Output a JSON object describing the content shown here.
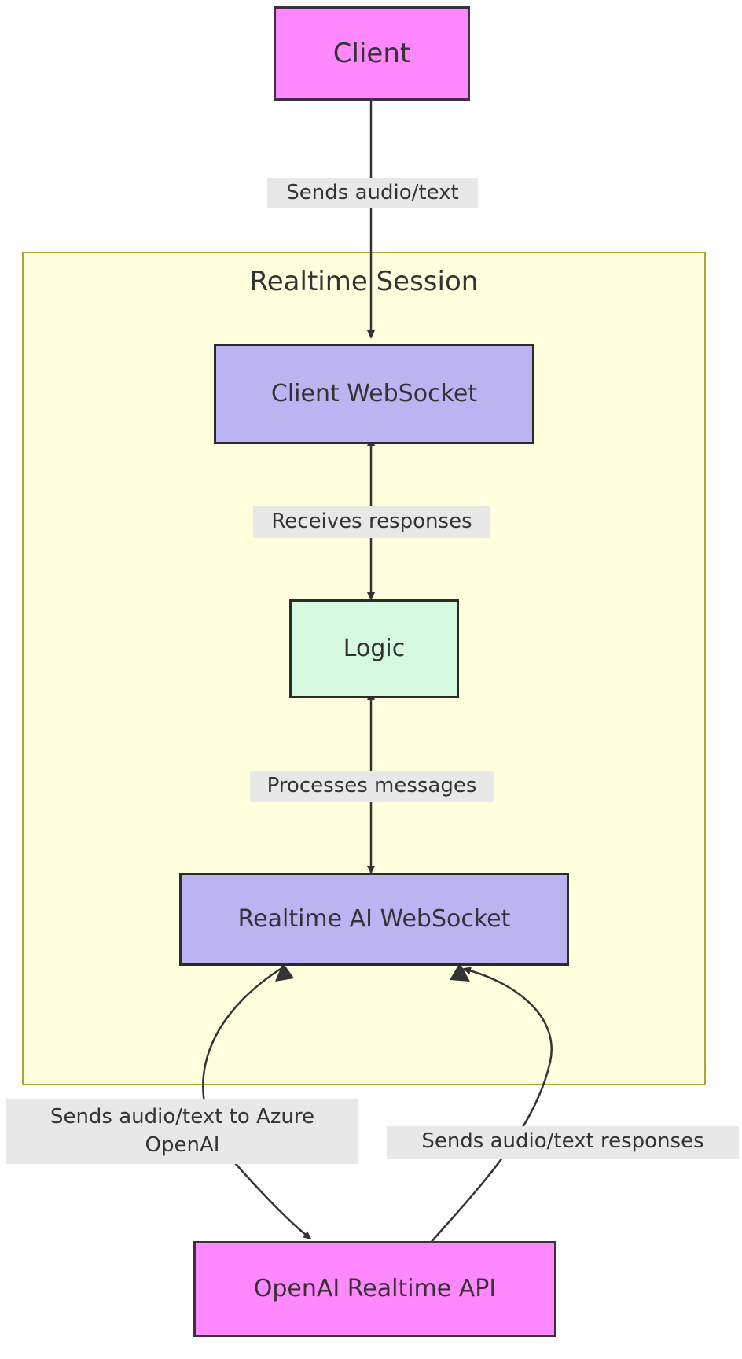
{
  "diagram": {
    "type": "flowchart",
    "title": "",
    "background": "#ffffff",
    "colors": {
      "client_fill": "#ff88ff",
      "websocket_fill": "#bbb3f2",
      "logic_fill": "#d6fadf",
      "cluster_fill": "#ffffde",
      "cluster_border": "#aaaa33",
      "node_border": "#333333",
      "edge_stroke": "#333333",
      "edge_label_bg": "#e8e8e8",
      "text": "#333333"
    },
    "cluster": {
      "label": "Realtime Session"
    },
    "nodes": [
      {
        "id": "client",
        "label": "Client",
        "shape": "rect",
        "fill": "#ff88ff"
      },
      {
        "id": "client_ws",
        "label": "Client WebSocket",
        "shape": "rect",
        "fill": "#bbb3f2"
      },
      {
        "id": "logic",
        "label": "Logic",
        "shape": "rect",
        "fill": "#d6fadf"
      },
      {
        "id": "ai_ws",
        "label": "Realtime AI WebSocket",
        "shape": "rect",
        "fill": "#bbb3f2"
      },
      {
        "id": "openai_api",
        "label": "OpenAI Realtime API",
        "shape": "rect",
        "fill": "#ff88ff"
      }
    ],
    "edges": [
      {
        "from": "client",
        "to": "client_ws",
        "label": "Sends audio/text",
        "arrows": "end"
      },
      {
        "from": "client_ws",
        "to": "logic",
        "label": "Receives responses",
        "arrows": "both"
      },
      {
        "from": "logic",
        "to": "ai_ws",
        "label": "Processes messages",
        "arrows": "both"
      },
      {
        "from": "ai_ws",
        "to": "openai_api",
        "label": "Sends audio/text to Azure OpenAI",
        "arrows": "end"
      },
      {
        "from": "openai_api",
        "to": "ai_ws",
        "label": "Sends audio/text responses",
        "arrows": "end"
      }
    ],
    "edge_labels": {
      "sends_audio_text": "Sends audio/text",
      "receives_responses": "Receives responses",
      "processes_messages": "Processes messages",
      "sends_to_azure": "Sends audio/text to Azure\nOpenAI",
      "sends_responses": "Sends audio/text responses"
    }
  }
}
